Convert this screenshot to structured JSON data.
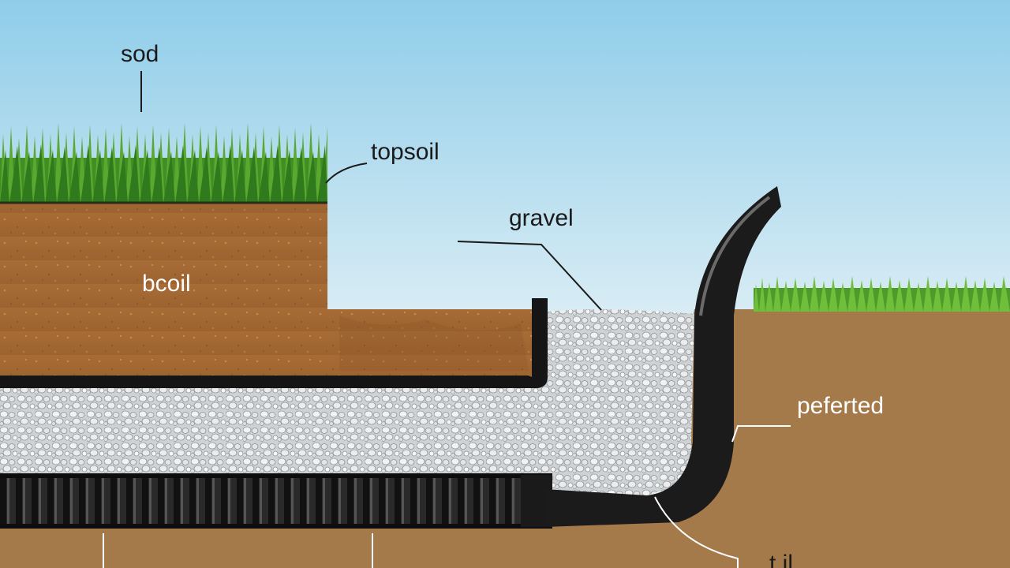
{
  "labels": {
    "sod": "sod",
    "topsoil": "topsoil",
    "gravel": "gravel",
    "bcoil": "bcoil",
    "peferted": "peferted",
    "tile": "t  il"
  },
  "colors": {
    "sky_top": "#8fcde9",
    "sky_bottom": "#eef6fa",
    "soil": "#a66a35",
    "soil_dark": "#8a5526",
    "subsoil": "#a57a4a",
    "grass": "#3f8f24",
    "grass_light": "#6fbf3a",
    "gravel": "#d9dcde",
    "pipe": "#1c1c1c",
    "label_dark": "#1a1a1a",
    "label_light": "#ffffff"
  },
  "icons": [
    "grass-icon",
    "gravel-icon",
    "drain-pipe-icon",
    "fabric-liner-icon"
  ]
}
